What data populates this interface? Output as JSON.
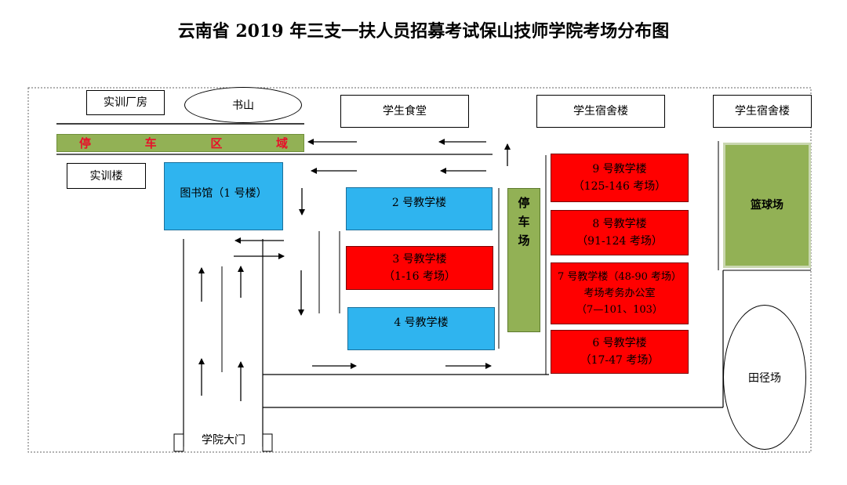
{
  "title": "云南省 2019 年三支一扶人员招募考试保山技师学院考场分布图",
  "labels": {
    "training_workshop": "实训厂房",
    "book_hill": "书山",
    "canteen": "学生食堂",
    "dorm_1": "学生宿舍楼",
    "dorm_2": "学生宿舍楼",
    "training_building": "实训楼",
    "library": "图书馆（1 号楼）",
    "parking_zone": [
      "停",
      "车",
      "区",
      "域"
    ],
    "building_2": "2 号教学楼",
    "building_3": [
      "3 号教学楼",
      "（1-16 考场）"
    ],
    "building_4": "4 号教学楼",
    "parking_lot": [
      "停",
      "车",
      "场"
    ],
    "building_9": [
      "9 号教学楼",
      "（125-146 考场）"
    ],
    "building_8": [
      "8 号教学楼",
      "（91-124 考场）"
    ],
    "building_7": [
      "7 号教学楼（48-90 考场）",
      "考场考务办公室",
      "（7—101、103）"
    ],
    "building_6": [
      "6 号教学楼",
      "（17-47 考场）"
    ],
    "basketball": "篮球场",
    "track_field": "田径场",
    "main_gate": "学院大门"
  },
  "colors": {
    "teaching_blue": "#2fb4ef",
    "exam_red": "#ff0000",
    "parking_green": "#92b155",
    "parking_text": "#e8102a"
  }
}
